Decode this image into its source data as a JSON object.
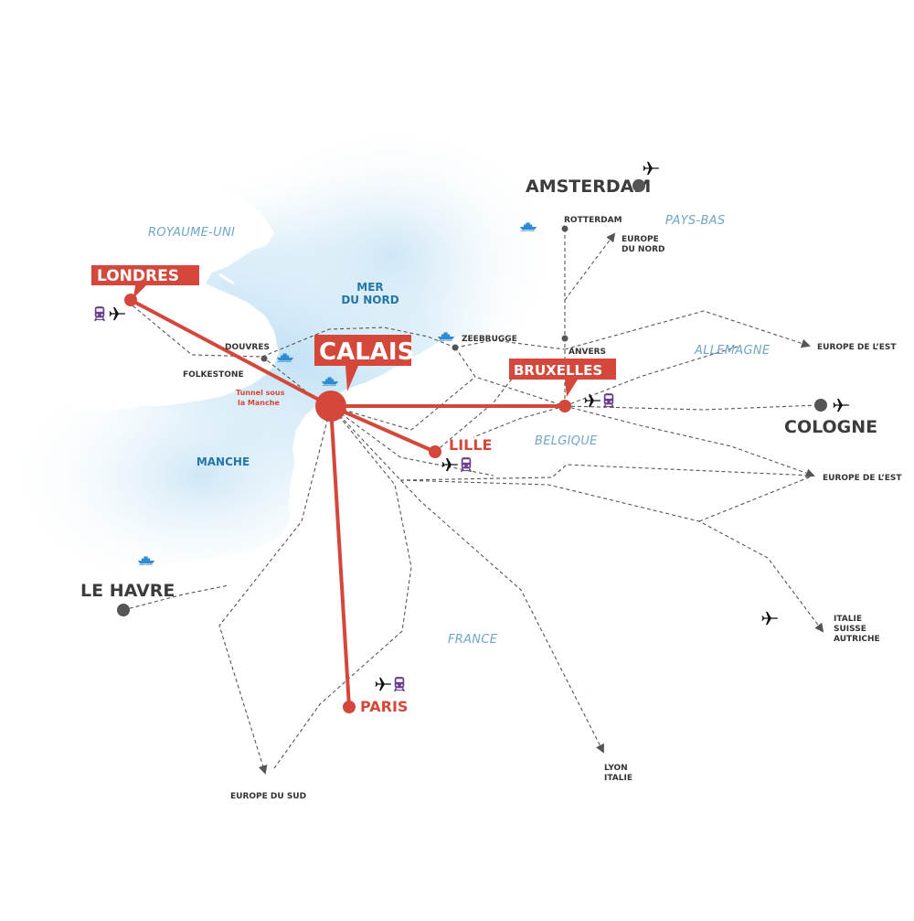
{
  "cities": {
    "calais": "CALAIS",
    "londres": "LONDRES",
    "bruxelles": "BRUXELLES",
    "lille": "LILLE",
    "paris": "PARIS",
    "amsterdam": "AMSTERDAM",
    "cologne": "COLOGNE",
    "le_havre": "LE HAVRE"
  },
  "ports": {
    "rotterdam": "ROTTERDAM",
    "zeebrugge": "ZEEBRUGGE",
    "anvers": "ANVERS",
    "douvres": "DOUVRES",
    "folkestone": "FOLKESTONE"
  },
  "regions": {
    "royaume_uni": "ROYAUME-UNI",
    "pays_bas": "PAYS-BAS",
    "allemagne": "ALLEMAGNE",
    "belgique": "BELGIQUE",
    "france": "FRANCE"
  },
  "seas": {
    "mer_line1": "MER",
    "mer_line2": "DU NORD",
    "manche": "MANCHE"
  },
  "tunnel": {
    "line1": "Tunnel sous",
    "line2": "la Manche"
  },
  "destinations": {
    "europe_nord_1": "EUROPE",
    "europe_nord_2": "DU NORD",
    "europe_est_1": "EUROPE DE L’EST",
    "europe_est_2": "EUROPE DE L’EST",
    "italie_1": "ITALIE",
    "italie_2": "SUISSE",
    "italie_3": "AUTRICHE",
    "lyon_1": "LYON",
    "lyon_2": "ITALIE",
    "europe_sud": "EUROPE DU SUD"
  },
  "colors": {
    "accent_red": "#d3483a",
    "sea_blue": "#cfe6f5",
    "dark_grey": "#555555",
    "train_purple": "#6a3d8f",
    "ferry_blue": "#2e8ccf"
  },
  "icons": [
    "plane-icon",
    "train-icon",
    "ferry-icon"
  ]
}
